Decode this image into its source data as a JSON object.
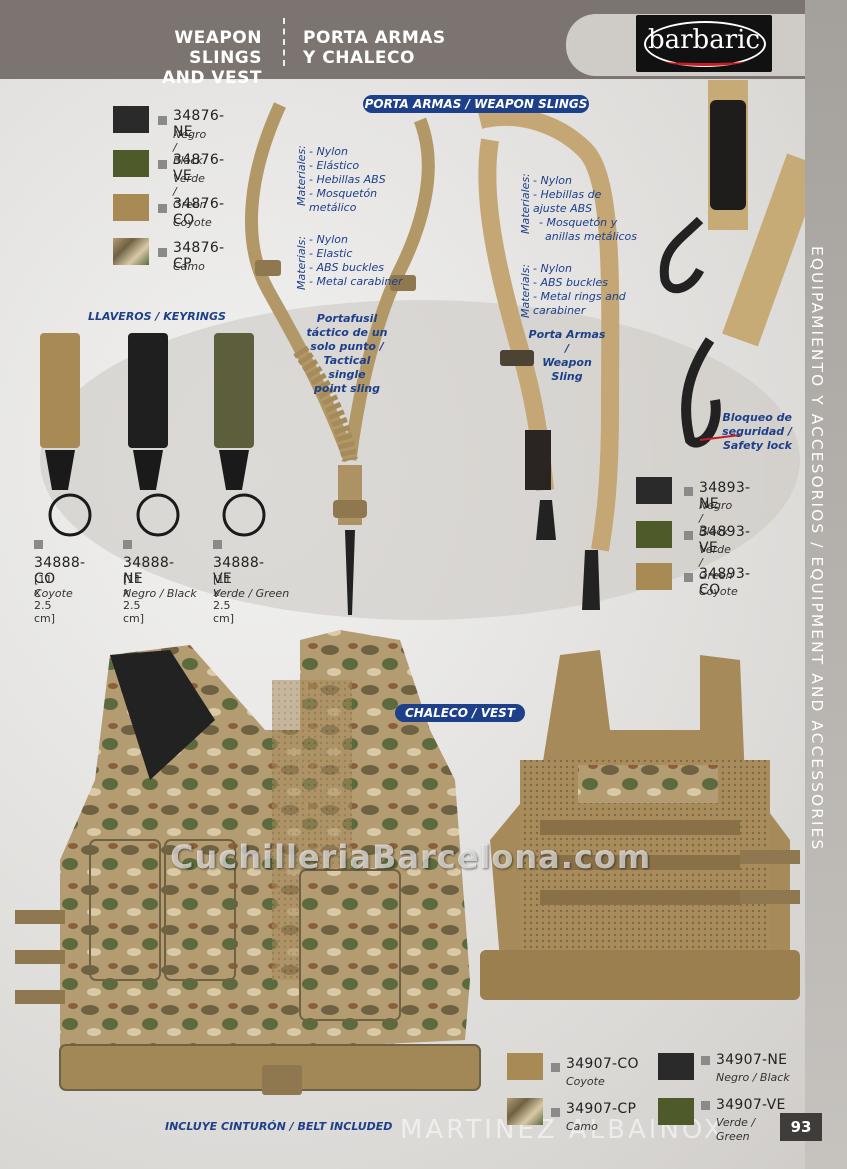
{
  "header": {
    "title_en_1": "WEAPON SLINGS",
    "title_en_2": "AND VEST",
    "title_es_1": "PORTA ARMAS",
    "title_es_2": "Y CHALECO",
    "brand": "barbaric"
  },
  "sidebar_text": "EQUIPAMIENTO Y ACCESORIOS / EQUIPMENT AND ACCESSORIES",
  "slings": {
    "banner": "PORTA ARMAS / WEAPON SLINGS",
    "variants": [
      {
        "code": "34876-NE",
        "color": "Negro / Black",
        "swatch": "#2a2a2a"
      },
      {
        "code": "34876-VE",
        "color": "Verde / Green",
        "swatch": "#4f5a2a"
      },
      {
        "code": "34876-CO",
        "color": "Coyote",
        "swatch": "#a88a55"
      },
      {
        "code": "34876-CP",
        "color": "Camo",
        "swatch": "#a89a78"
      }
    ],
    "single": {
      "materiales_label": "Materiales:",
      "materiales": [
        "- Nylon",
        "- Elástico",
        "- Hebillas ABS",
        "- Mosquetón",
        "metálico"
      ],
      "materials_label": "Materials:",
      "materials": [
        "- Nylon",
        "- Elastic",
        "- ABS buckles",
        "- Metal carabiner"
      ],
      "name_lines": [
        "Portafusil",
        "táctico de un",
        "solo punto /",
        "Tactical single",
        "point sling"
      ]
    },
    "double": {
      "materiales_label": "Materiales:",
      "materiales": [
        "- Nylon",
        "- Hebillas de",
        "ajuste ABS",
        "- Mosquetón y",
        "anillas metálicos"
      ],
      "materials_label": "Materials:",
      "materials": [
        "- Nylon",
        "- ABS buckles",
        "- Metal rings and",
        "carabiner"
      ],
      "name_lines": [
        "Porta Armas /",
        "Weapon Sling"
      ]
    },
    "lock_label": [
      "Bloqueo de",
      "seguridad /",
      "Safety lock"
    ],
    "sling2_variants": [
      {
        "code": "34893-NE",
        "color": "Negro / Black",
        "swatch": "#2a2a2a"
      },
      {
        "code": "34893-VE",
        "color": "Verde / Green",
        "swatch": "#4f5a2a"
      },
      {
        "code": "34893-CO",
        "color": "Coyote",
        "swatch": "#a88a55"
      }
    ]
  },
  "keyrings": {
    "title": "LLAVEROS / KEYRINGS",
    "items": [
      {
        "code": "34888-CO",
        "size": "[11 x 2.5 cm]",
        "color": "Coyote",
        "strap": "#a88a55"
      },
      {
        "code": "34888-NE",
        "size": "[11 x 2.5 cm]",
        "color": "Negro / Black",
        "strap": "#1f1f1f"
      },
      {
        "code": "34888-VE",
        "size": "[11 x 2.5 cm]",
        "color": "Verde / Green",
        "strap": "#5d5f3c"
      }
    ]
  },
  "vest": {
    "banner": "CHALECO / VEST",
    "belt_note": "INCLUYE CINTURÓN / BELT INCLUDED",
    "variants": [
      {
        "code": "34907-CO",
        "color": "Coyote",
        "swatch": "#a88a55"
      },
      {
        "code": "34907-CP",
        "color": "Camo",
        "swatch": "#a89a78"
      },
      {
        "code": "34907-NE",
        "color": "Negro / Black",
        "swatch": "#2a2a2a"
      },
      {
        "code": "34907-VE",
        "color_1": "Verde /",
        "color_2": "Green",
        "swatch": "#4f5a2a"
      }
    ]
  },
  "watermark": "CuchilleriaBarcelona.com",
  "watermark2": "MARTINEZ ALBAINOX",
  "page_number": "93",
  "colors": {
    "header": "#7b7470",
    "accent_blue": "#1e3f8a",
    "coyote": "#a88a55"
  }
}
